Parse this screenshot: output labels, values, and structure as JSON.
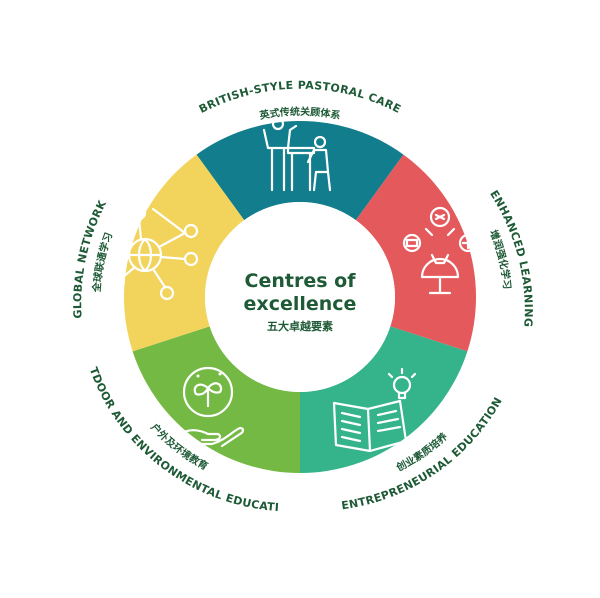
{
  "center": {
    "title_line1": "Centres of",
    "title_line2": "excellence",
    "subtitle": "五大卓越要素"
  },
  "segments": [
    {
      "id": "pastoral",
      "label_en": "BRITISH-STYLE PASTORAL CARE",
      "label_zh": "英式传统关顾体系",
      "color": "#127d8c",
      "icon": "people-at-desk-icon"
    },
    {
      "id": "learning",
      "label_en": "ENHANCED LEARNING",
      "label_zh": "增润强化学习",
      "color": "#e4595c",
      "icon": "learning-devices-icon"
    },
    {
      "id": "entrepreneurial",
      "label_en": "ENTREPRENEURIAL EDUCATION",
      "label_zh": "创业素质培养",
      "color": "#35b38a",
      "icon": "open-book-lightbulb-icon"
    },
    {
      "id": "outdoor",
      "label_en": "OUTDOOR AND ENVIRONMENTAL EDUCATION",
      "label_zh": "户外及环境教育",
      "color": "#74b944",
      "icon": "hand-holding-plant-icon"
    },
    {
      "id": "global",
      "label_en": "GLOBAL NETWORK",
      "label_zh": "全球联通学习",
      "color": "#f2d45c",
      "icon": "globe-network-icon"
    }
  ],
  "colors": {
    "text": "#1e5a36",
    "inner_circle": "#ffffff"
  }
}
